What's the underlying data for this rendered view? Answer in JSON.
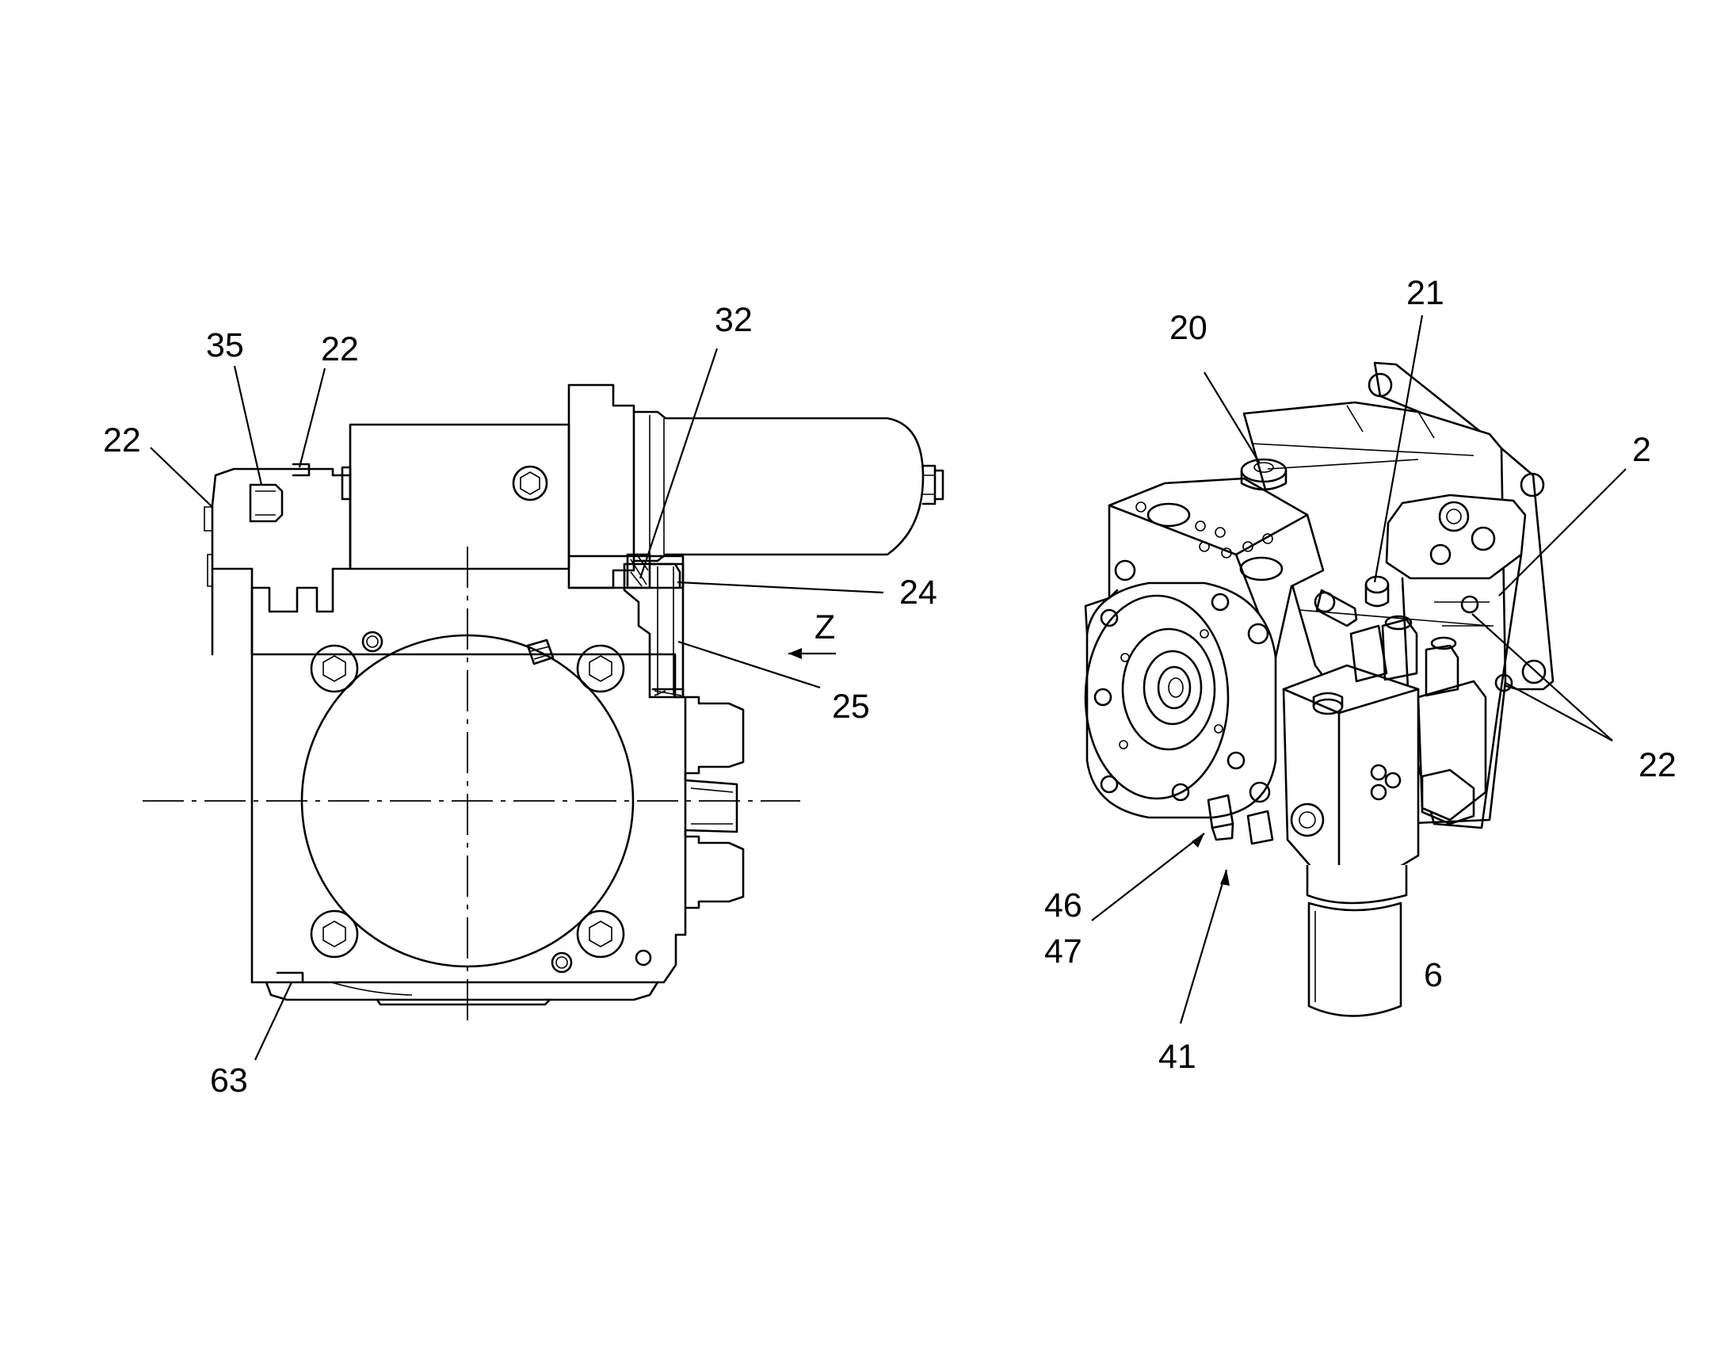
{
  "labels": {
    "l22a": "22",
    "l35": "35",
    "l22b": "22",
    "l32": "32",
    "l24": "24",
    "lZ": "Z",
    "l25": "25",
    "l63": "63",
    "l20": "20",
    "l21": "21",
    "l2": "2",
    "l22c": "22",
    "l46": "46",
    "l47": "47",
    "l6": "6",
    "l41": "41"
  }
}
